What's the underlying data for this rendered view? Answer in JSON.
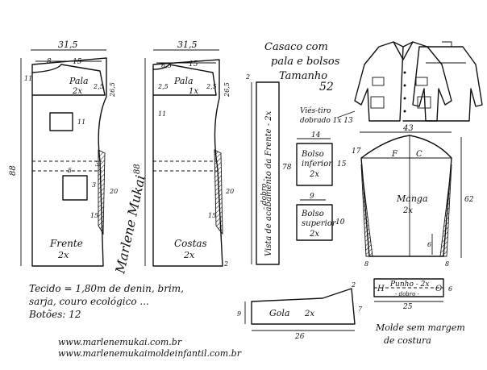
{
  "title": {
    "line1": "Casaco com",
    "line2": "pala e bolsos",
    "line3": "Tamanho",
    "size": "52"
  },
  "pieces": {
    "front": {
      "label": "Frente",
      "qty": "2x",
      "width": "31,5",
      "height": "88",
      "pala_label": "Pala",
      "pala_qty": "2x",
      "dims": [
        "8",
        "15",
        "11",
        "2,5",
        "26,5",
        "11",
        "5",
        "3",
        "20",
        "15",
        "3"
      ]
    },
    "back": {
      "label": "Costas",
      "qty": "2x",
      "width": "31,5",
      "height": "88",
      "pala_label": "Pala",
      "pala_qty": "1x",
      "dims": [
        "6,5",
        "15",
        "2,5",
        "2,5",
        "26,5",
        "11",
        "20",
        "15",
        "2"
      ]
    },
    "facing": {
      "label": "Vista de acabamento da Frente - 2x",
      "fold": "- dobro -",
      "height": "78",
      "top": "2"
    },
    "bias": {
      "line1": "Viés-tiro",
      "line2": "dobrado 1x 13"
    },
    "pocket_lower": {
      "line1": "Bolso",
      "line2": "inferior",
      "qty": "2x",
      "w": "14",
      "h": "15"
    },
    "pocket_upper": {
      "line1": "Bolso",
      "line2": "superior",
      "qty": "2x",
      "w": "9",
      "h": "10"
    },
    "sleeve": {
      "label": "Manga",
      "qty": "2x",
      "F": "F",
      "C": "C",
      "width": "43",
      "cap": "17",
      "length": "62",
      "cuff_open": "6",
      "bottom_left": "8",
      "bottom_right": "8"
    },
    "cuff": {
      "label": "Punho - 2x",
      "mark_h": "H",
      "mark_o": "O",
      "fold": "- dobro -",
      "width": "25",
      "height": "6"
    },
    "collar": {
      "label": "Gola",
      "qty": "2x",
      "width": "26",
      "left_h": "9",
      "right_h": "7",
      "tip": "2"
    }
  },
  "materials": {
    "line1": "Tecido = 1,80m de denin, brim,",
    "line2": "sarja, couro ecológico ...",
    "line3": "Botões: 12"
  },
  "note": {
    "line1": "Molde sem margem",
    "line2": "de costura"
  },
  "footer": {
    "url1": "www.marlenemukai.com.br",
    "url2": "www.marlenemukaimoldeinfantil.com.br"
  },
  "signature": "Marlene Mukai"
}
